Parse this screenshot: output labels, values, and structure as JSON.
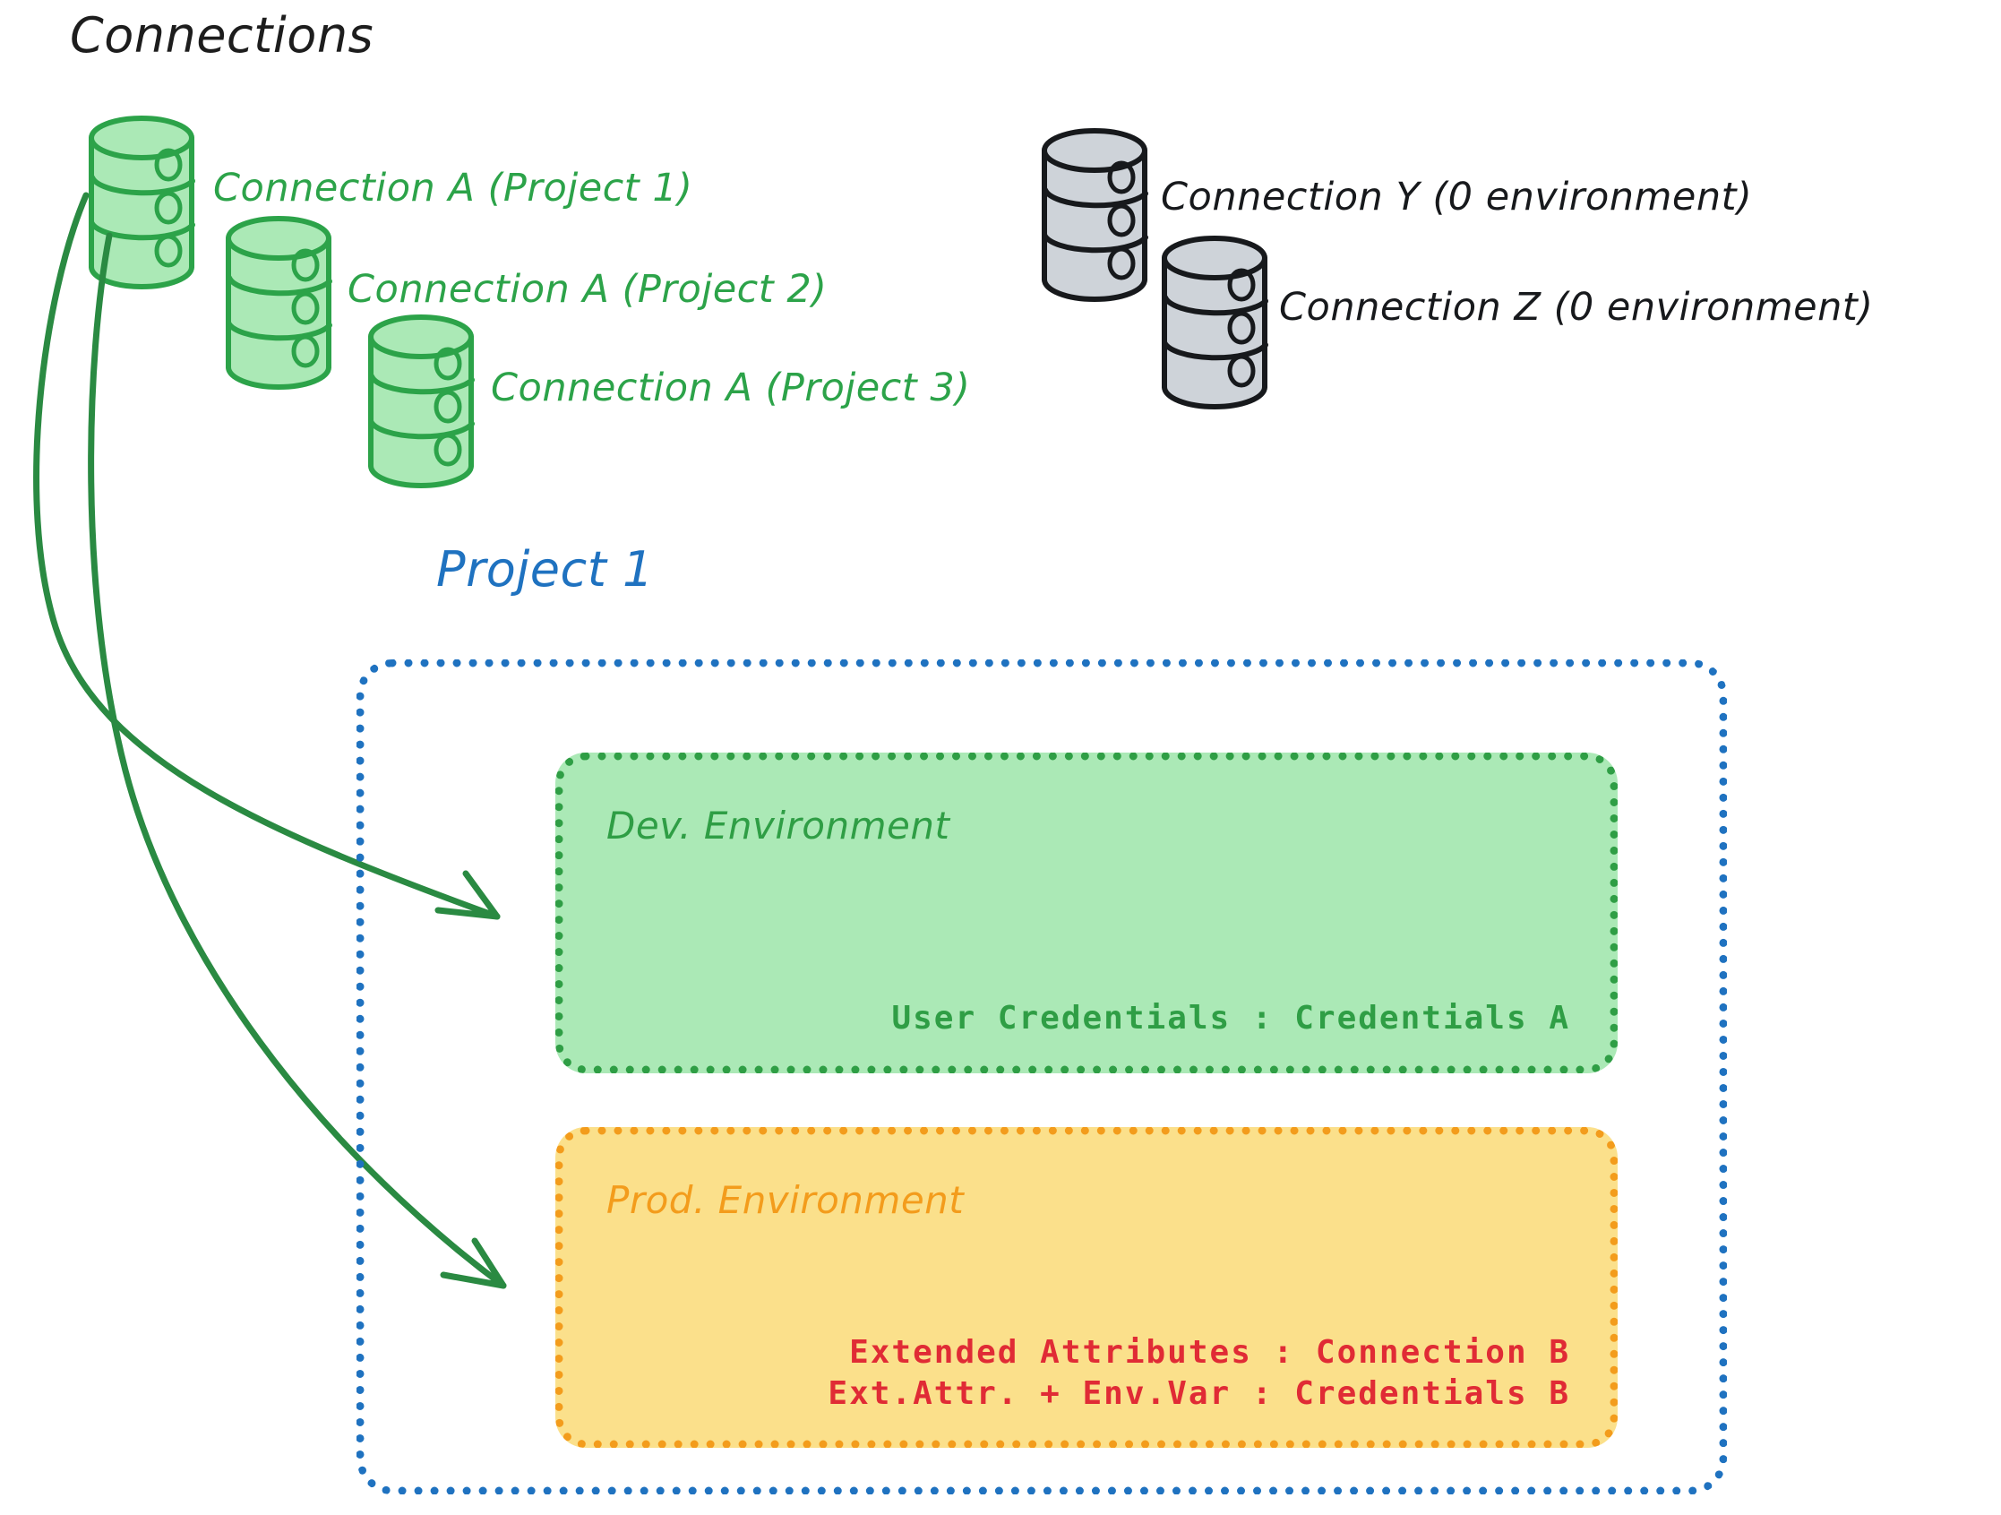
{
  "diagram": {
    "title": "Connections",
    "title_color": "#1d1d1d",
    "background": "#ffffff"
  },
  "connections": {
    "green_color": "#2ca349",
    "green_fill": "#abe9b6",
    "gray_color": "#17191c",
    "gray_fill": "#ced3d9",
    "green_items": [
      {
        "icon": "database-icon",
        "label": "Connection A (Project 1)"
      },
      {
        "icon": "database-icon",
        "label": "Connection A (Project 2)"
      },
      {
        "icon": "database-icon",
        "label": "Connection A (Project 3)"
      }
    ],
    "gray_items": [
      {
        "icon": "database-icon",
        "label": "Connection Y (0 environment)"
      },
      {
        "icon": "database-icon",
        "label": "Connection Z (0 environment)"
      }
    ]
  },
  "project": {
    "title": "Project 1",
    "title_color": "#1f72c0",
    "border_color": "#1f72c0",
    "environments": [
      {
        "name": "Dev. Environment",
        "accent": "#2f9e45",
        "fill": "#abe9b6",
        "lines": [
          {
            "text": "User Credentials : Credentials A",
            "color": "#2f9e45"
          }
        ]
      },
      {
        "name": "Prod. Environment",
        "accent": "#f39c1c",
        "fill": "#fbe08b",
        "lines": [
          {
            "text": "Extended Attributes : Connection B",
            "color": "#e02b35"
          },
          {
            "text": "Ext.Attr. + Env.Var : Credentials B",
            "color": "#e02b35"
          }
        ]
      }
    ]
  },
  "arrows": {
    "color": "#2a8a42",
    "items": [
      {
        "name": "arrow-connection-a-to-dev-environment",
        "from": "Connection A (Project 1)",
        "to": "Dev. Environment"
      },
      {
        "name": "arrow-connection-a-to-prod-environment",
        "from": "Connection A (Project 1)",
        "to": "Prod. Environment"
      }
    ]
  }
}
